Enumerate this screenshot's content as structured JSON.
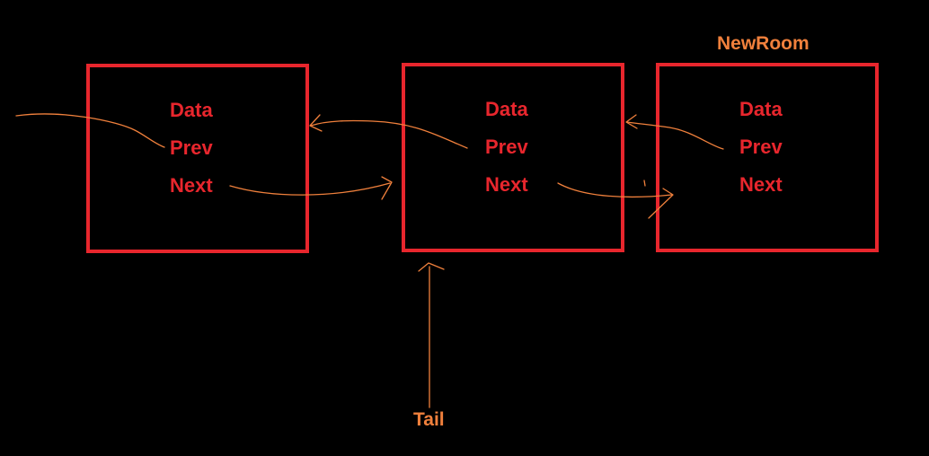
{
  "nodes": [
    {
      "fields": {
        "data": "Data",
        "prev": "Prev",
        "next": "Next"
      }
    },
    {
      "fields": {
        "data": "Data",
        "prev": "Prev",
        "next": "Next"
      }
    },
    {
      "fields": {
        "data": "Data",
        "prev": "Prev",
        "next": "Next"
      },
      "title": "NewRoom"
    }
  ],
  "tail_label": "Tail",
  "colors": {
    "background": "#000000",
    "node_border": "#e8262d",
    "field_text": "#e8262d",
    "annotation": "#f0803c"
  }
}
